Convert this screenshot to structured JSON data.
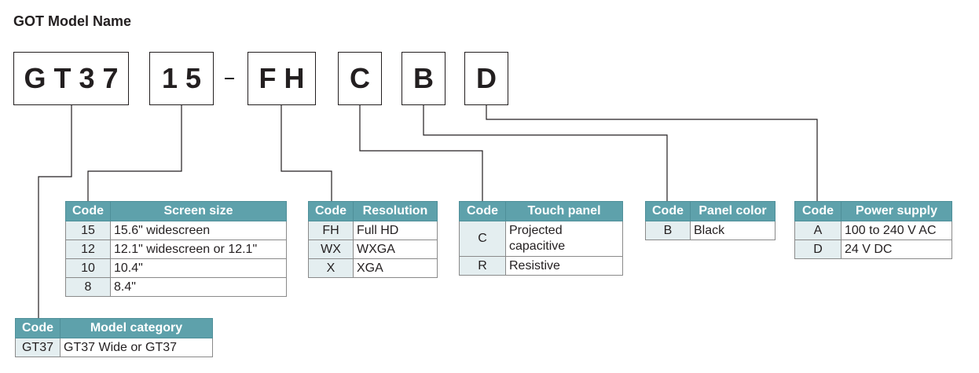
{
  "title": "GOT Model Name",
  "segments": {
    "series": "GT37",
    "size": "15",
    "resolution": "FH",
    "touch": "C",
    "color": "B",
    "power": "D"
  },
  "tables": {
    "screen_size": {
      "code_header": "Code",
      "header": "Screen size",
      "rows": [
        {
          "code": "15",
          "desc": "15.6\" widescreen"
        },
        {
          "code": "12",
          "desc": "12.1\" widescreen or 12.1\""
        },
        {
          "code": "10",
          "desc": "10.4\""
        },
        {
          "code": "8",
          "desc": "8.4\""
        }
      ]
    },
    "resolution": {
      "code_header": "Code",
      "header": "Resolution",
      "rows": [
        {
          "code": "FH",
          "desc": "Full HD"
        },
        {
          "code": "WX",
          "desc": "WXGA"
        },
        {
          "code": "X",
          "desc": "XGA"
        }
      ]
    },
    "touch_panel": {
      "code_header": "Code",
      "header": "Touch panel",
      "rows": [
        {
          "code": "C",
          "desc": "Projected capacitive"
        },
        {
          "code": "R",
          "desc": "Resistive"
        }
      ]
    },
    "panel_color": {
      "code_header": "Code",
      "header": "Panel color",
      "rows": [
        {
          "code": "B",
          "desc": "Black"
        }
      ]
    },
    "power_supply": {
      "code_header": "Code",
      "header": "Power supply",
      "rows": [
        {
          "code": "A",
          "desc": "100 to 240 V AC"
        },
        {
          "code": "D",
          "desc": "24 V DC"
        }
      ]
    },
    "model_category": {
      "code_header": "Code",
      "header": "Model category",
      "rows": [
        {
          "code": "GT37",
          "desc": "GT37 Wide or GT37"
        }
      ]
    }
  }
}
